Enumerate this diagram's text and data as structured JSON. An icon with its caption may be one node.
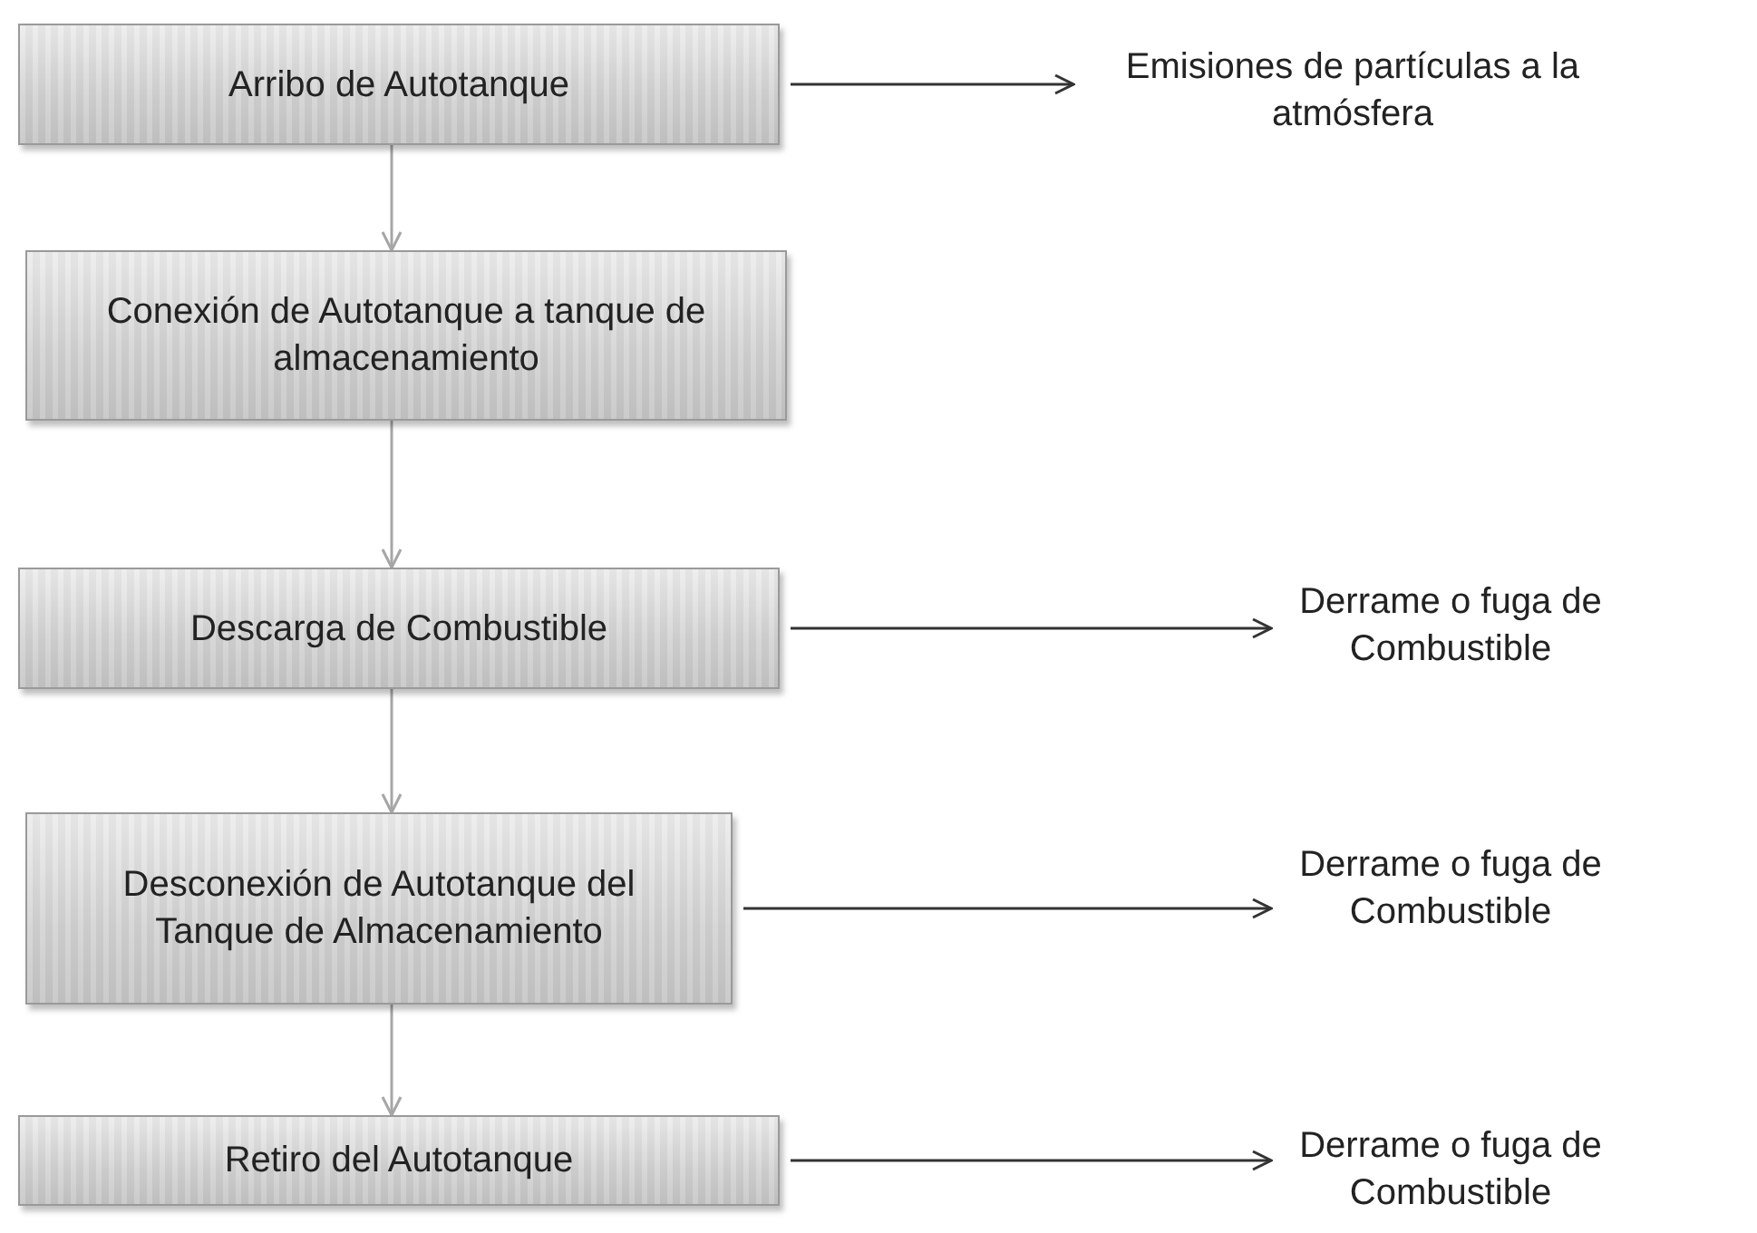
{
  "diagram": {
    "nodes": [
      {
        "text": [
          "Arribo de Autotanque"
        ]
      },
      {
        "text": [
          "Conexión de Autotanque a tanque de almacenamiento"
        ]
      },
      {
        "text": [
          "Descarga de Combustible"
        ]
      },
      {
        "text": [
          "Desconexión de Autotanque del Tanque de Almacenamiento"
        ]
      },
      {
        "text": [
          "Retiro del Autotanque"
        ]
      },
      {
        "text": [
          "Emisiones de partículas a la atmósfera"
        ]
      },
      {
        "text": [
          "Derrame o fuga de Combustible"
        ]
      },
      {
        "text": [
          "Derrame o fuga de Combustible"
        ]
      },
      {
        "text": [
          "Derrame o fuga de Combustible"
        ]
      }
    ],
    "edges": [
      {
        "from": 0,
        "to": 1,
        "arrow": "to",
        "color": "#a6a6a6"
      },
      {
        "from": 1,
        "to": 2,
        "arrow": "to",
        "color": "#a6a6a6"
      },
      {
        "from": 2,
        "to": 3,
        "arrow": "to",
        "color": "#a6a6a6"
      },
      {
        "from": 3,
        "to": 4,
        "arrow": "to",
        "color": "#a6a6a6"
      },
      {
        "from": 0,
        "to": 5,
        "arrow": "to",
        "color": "#333333"
      },
      {
        "from": 2,
        "to": 6,
        "arrow": "to",
        "color": "#333333"
      },
      {
        "from": 3,
        "to": 7,
        "arrow": "to",
        "color": "#333333"
      },
      {
        "from": 4,
        "to": 8,
        "arrow": "to",
        "color": "#333333"
      }
    ]
  }
}
